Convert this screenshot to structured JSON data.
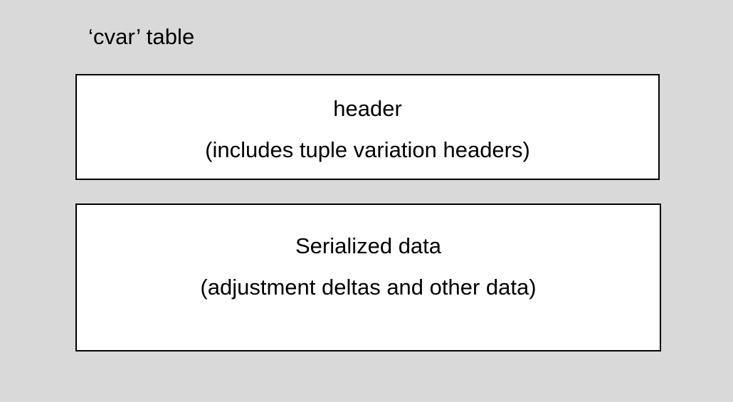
{
  "slide": {
    "background_color": "#d9d9d9",
    "caption": "‘cvar’ table"
  },
  "blocks": [
    {
      "id": "header-block",
      "name": "header-block",
      "fill_color": "#ffffff",
      "border_color": "#000000",
      "lines": [
        "header",
        "(includes tuple variation headers)"
      ]
    },
    {
      "id": "data-block",
      "name": "serialized-data-block",
      "fill_color": "#ffffff",
      "border_color": "#000000",
      "lines": [
        "Serialized data",
        "(adjustment deltas and other data)"
      ]
    }
  ]
}
